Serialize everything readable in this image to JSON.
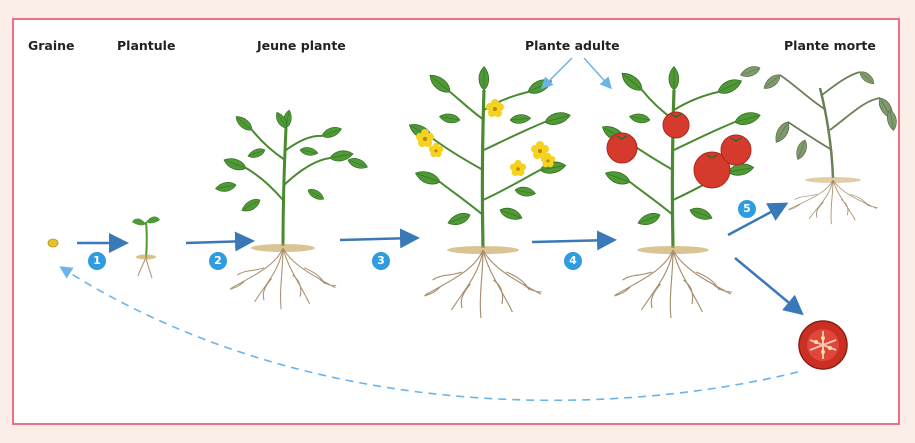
{
  "stages": [
    {
      "id": "graine",
      "label": "Graine"
    },
    {
      "id": "plantule",
      "label": "Plantule"
    },
    {
      "id": "jeune",
      "label": "Jeune plante"
    },
    {
      "id": "adulte",
      "label": "Plante adulte"
    },
    {
      "id": "morte",
      "label": "Plante morte"
    }
  ],
  "steps": [
    "1",
    "2",
    "3",
    "4",
    "5"
  ],
  "colors": {
    "frame": "#ef6f86",
    "background": "#fbeee6",
    "arrow": "#3a79b7",
    "step_badge": "#2f9be0",
    "leaf": "#4f9a36",
    "dead_leaf": "#7f9a6c",
    "flower": "#f4d21f",
    "tomato": "#d63a2c",
    "root": "#a88f6f",
    "soil": "#c8a55a"
  }
}
